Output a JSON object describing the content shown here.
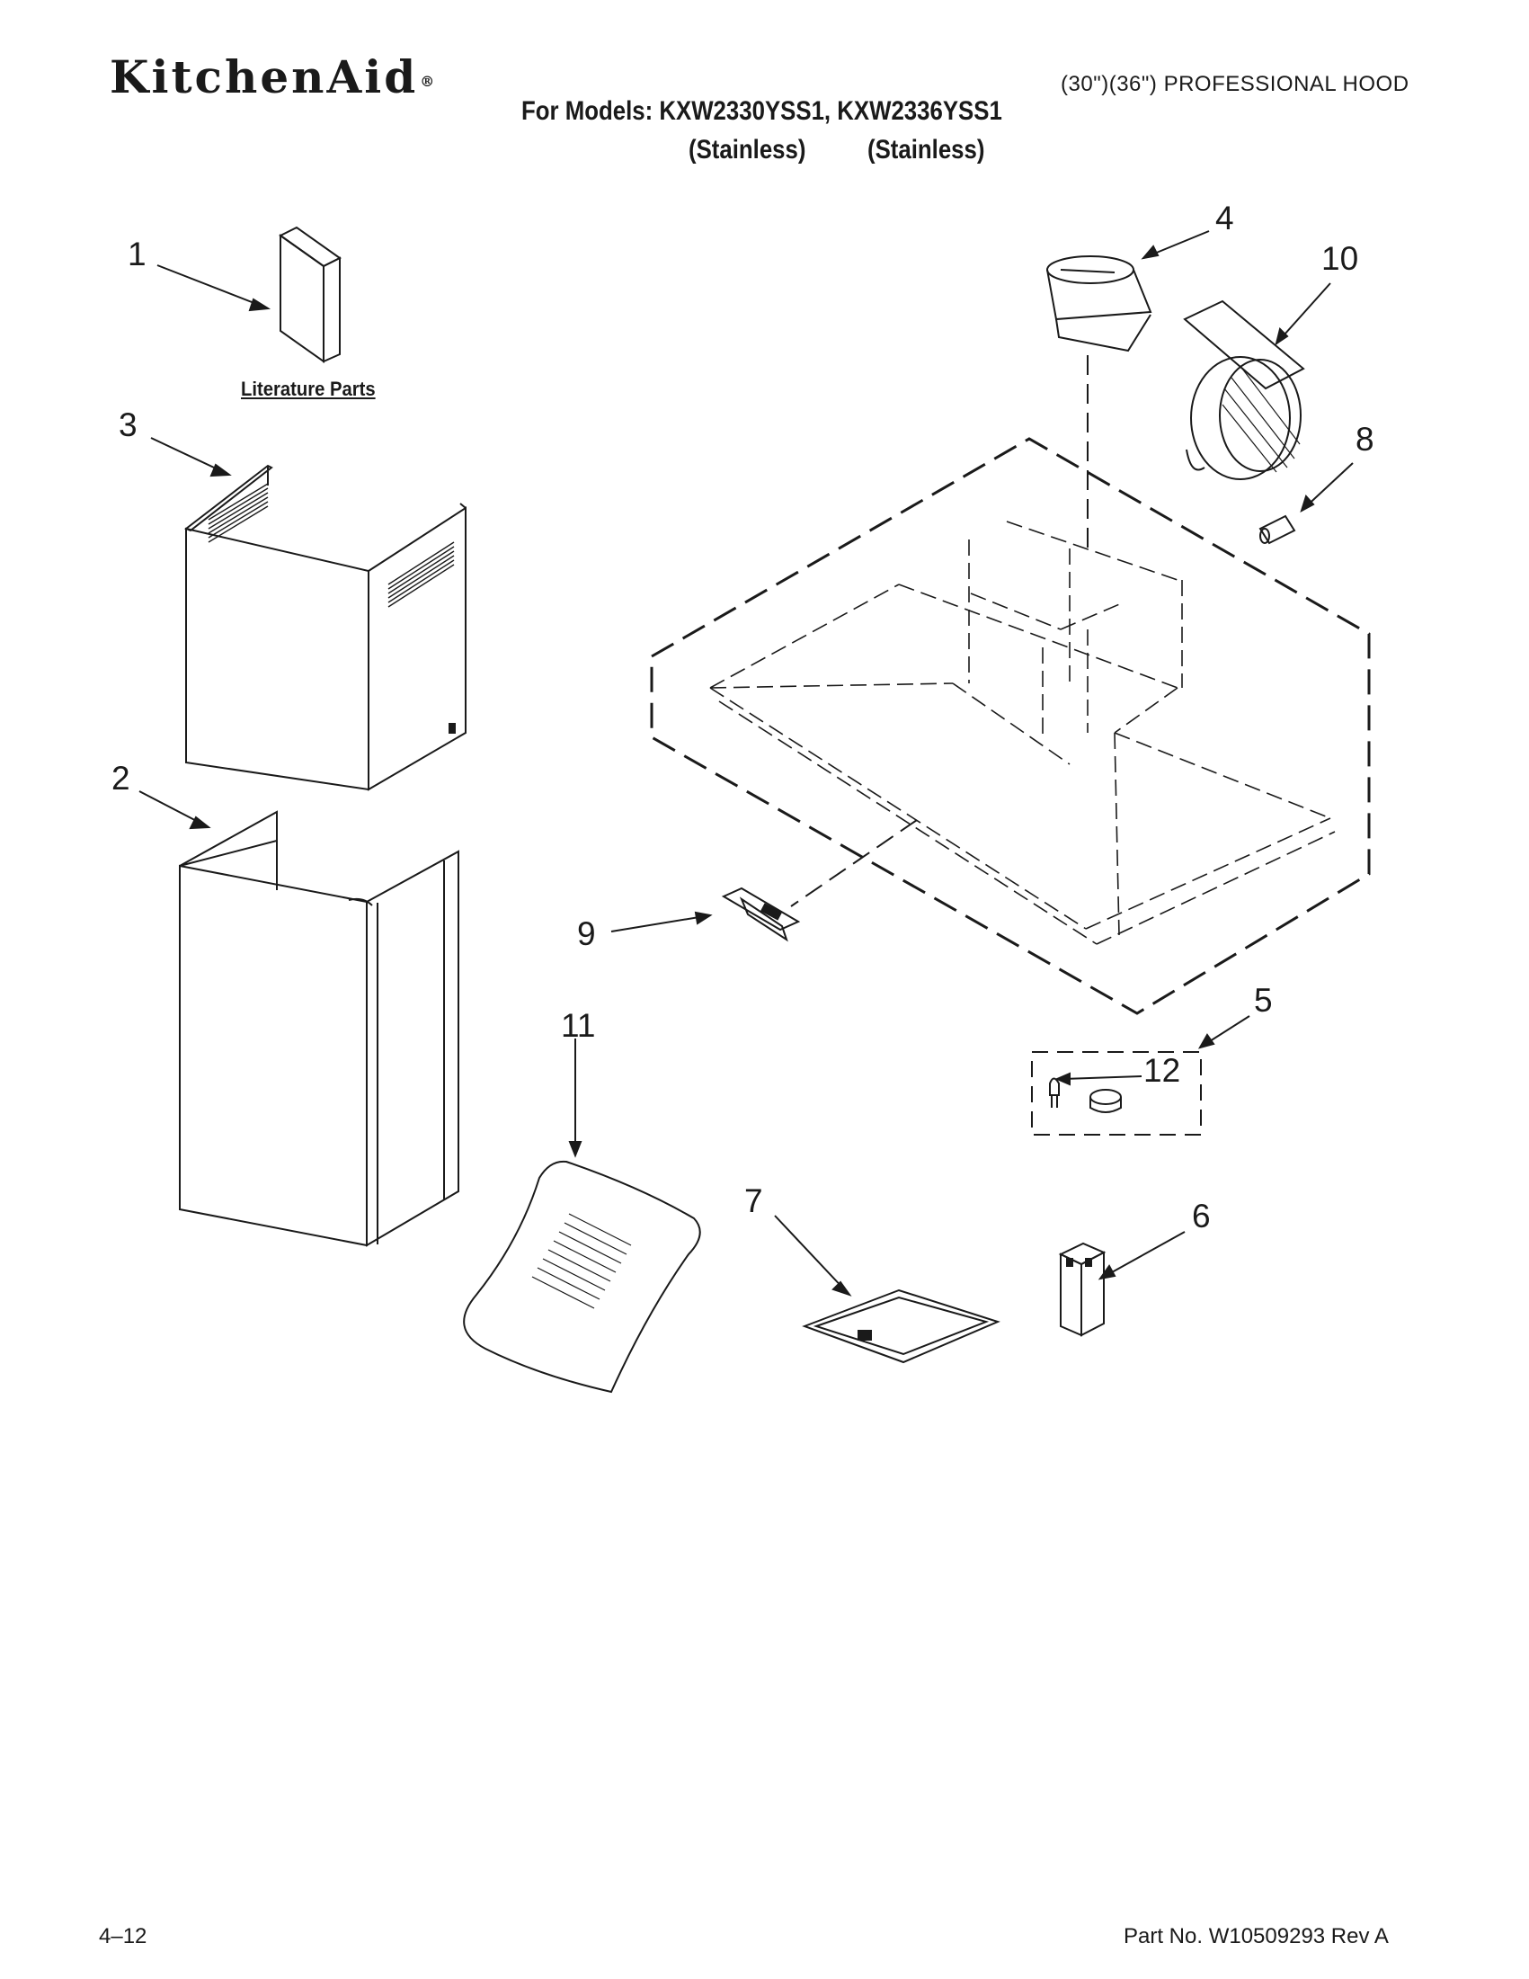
{
  "header": {
    "brand": "KitchenAid",
    "brand_mark": "®",
    "hood_title": "(30\")(36\") PROFESSIONAL HOOD",
    "models_line": "For Models: KXW2330YSS1, KXW2336YSS1",
    "finish_1": "(Stainless)",
    "finish_2": "(Stainless)"
  },
  "diagram": {
    "literature_label": "Literature Parts",
    "callouts": {
      "c1": "1",
      "c2": "2",
      "c3": "3",
      "c4": "4",
      "c5": "5",
      "c6": "6",
      "c7": "7",
      "c8": "8",
      "c9": "9",
      "c10": "10",
      "c11": "11",
      "c12": "12"
    }
  },
  "footer": {
    "page": "4–12",
    "part_no": "Part No. W10509293 Rev A"
  }
}
